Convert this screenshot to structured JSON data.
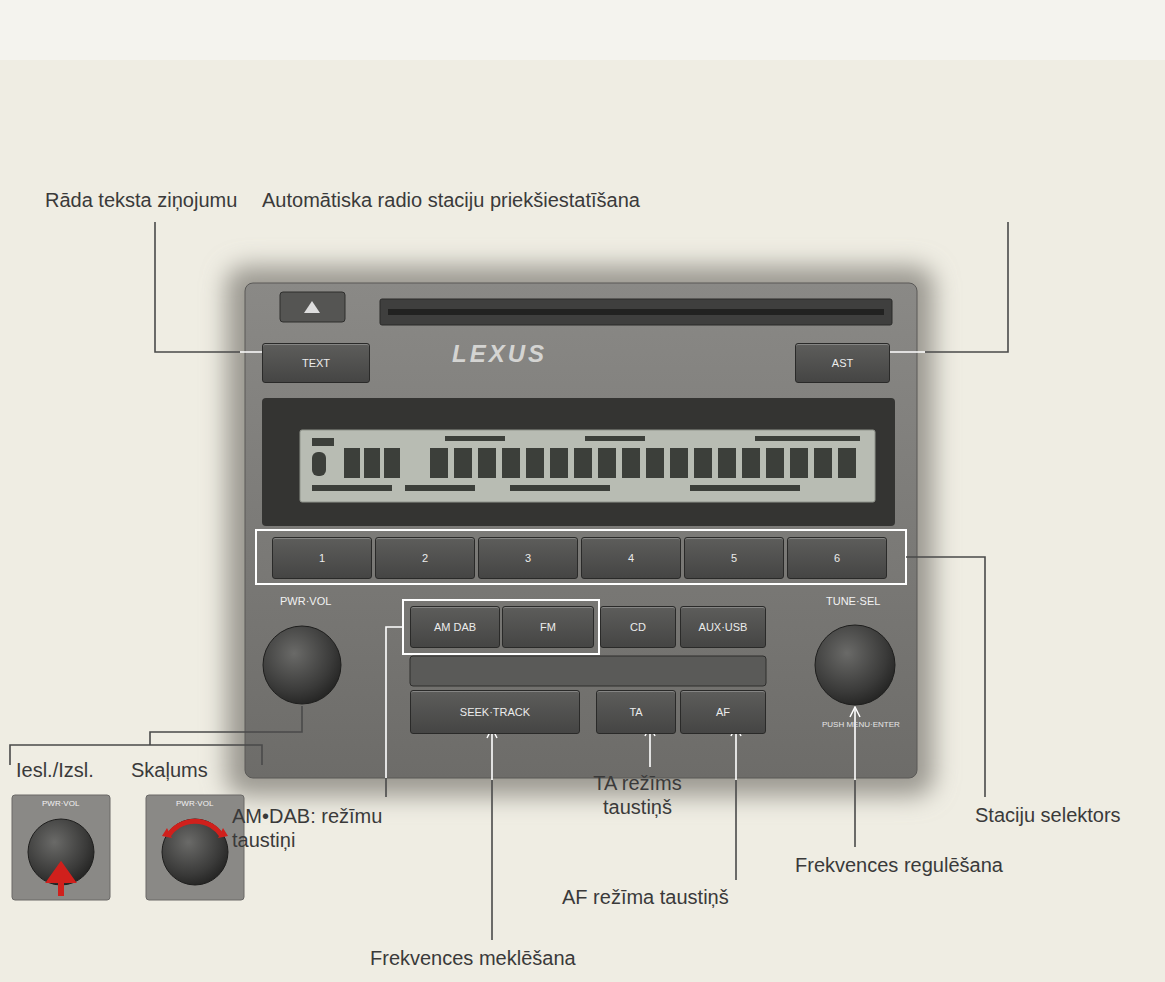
{
  "diagram": {
    "nodes": [
      {
        "text": [
          "TEXT"
        ]
      },
      {
        "text": [
          "AST"
        ]
      },
      {
        "text": [
          "1"
        ]
      },
      {
        "text": [
          "2"
        ]
      },
      {
        "text": [
          "3"
        ]
      },
      {
        "text": [
          "4"
        ]
      },
      {
        "text": [
          "5"
        ]
      },
      {
        "text": [
          "6"
        ]
      },
      {
        "text": [
          "AM DAB"
        ]
      },
      {
        "text": [
          "FM"
        ]
      },
      {
        "text": [
          "CD"
        ]
      },
      {
        "text": [
          "AUX·USB"
        ]
      },
      {
        "text": [
          "SEEK·TRACK"
        ]
      },
      {
        "text": [
          "TA"
        ]
      },
      {
        "text": [
          "AF"
        ]
      }
    ],
    "labels": [
      "Rāda teksta ziņojumu",
      "Automātiska radio staciju priekšiestatīšana",
      "LEXUS",
      "PWR·VOL",
      "TUNE·SEL",
      "PUSH MENU·ENTER",
      "Iesl./Izsl.",
      "Skaļums",
      "PWR·VOL",
      "PWR·VOL",
      "AM•DAB: režīmu taustiņi",
      "TA režīms taustiņš",
      "Staciju selektors",
      "Frekvences regulēšana",
      "AF režīma taustiņš",
      "Frekvences meklēšana"
    ]
  }
}
